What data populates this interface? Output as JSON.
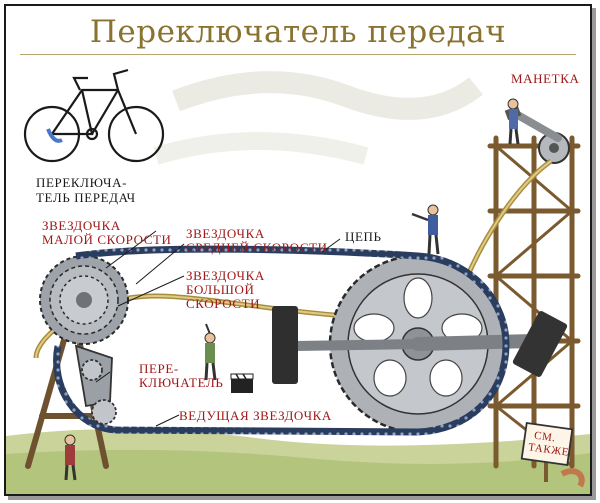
{
  "diagram": {
    "title": "Переключатель передач",
    "labels": {
      "manetka": "МАНЕТКА",
      "bike_caption_line1": "ПЕРЕКЛЮЧА-",
      "bike_caption_line2": "ТЕЛЬ ПЕРЕДАЧ",
      "small_gear_line1": "ЗВЕЗДОЧКА",
      "small_gear_line2": "МАЛОЙ СКОРОСТИ",
      "mid_gear_line1": "ЗВЕЗДОЧКА",
      "mid_gear_line2": "СРЕДНЕЙ СКОРОСТИ",
      "chain": "ЦЕПЬ",
      "big_gear_line1": "ЗВЕЗДОЧКА",
      "big_gear_line2": "БОЛЬШОЙ",
      "big_gear_line3": "СКОРОСТИ",
      "derailleur_line1": "ПЕРЕ-",
      "derailleur_line2": "КЛЮЧАТЕЛЬ",
      "chainring": "ВЕДУЩАЯ ЗВЕЗДОЧКА",
      "see_also_line1": "СМ.",
      "see_also_line2": "ТАКЖЕ"
    },
    "colors": {
      "title": "#8a7330",
      "label_red": "#a01818",
      "label_black": "#1a1a1a",
      "scaffold": "#7a5a2e",
      "gear": "#a9adb3",
      "chain": "#1f2e4a",
      "cable": "#c7ad5b",
      "ground": "#b7c785"
    }
  }
}
